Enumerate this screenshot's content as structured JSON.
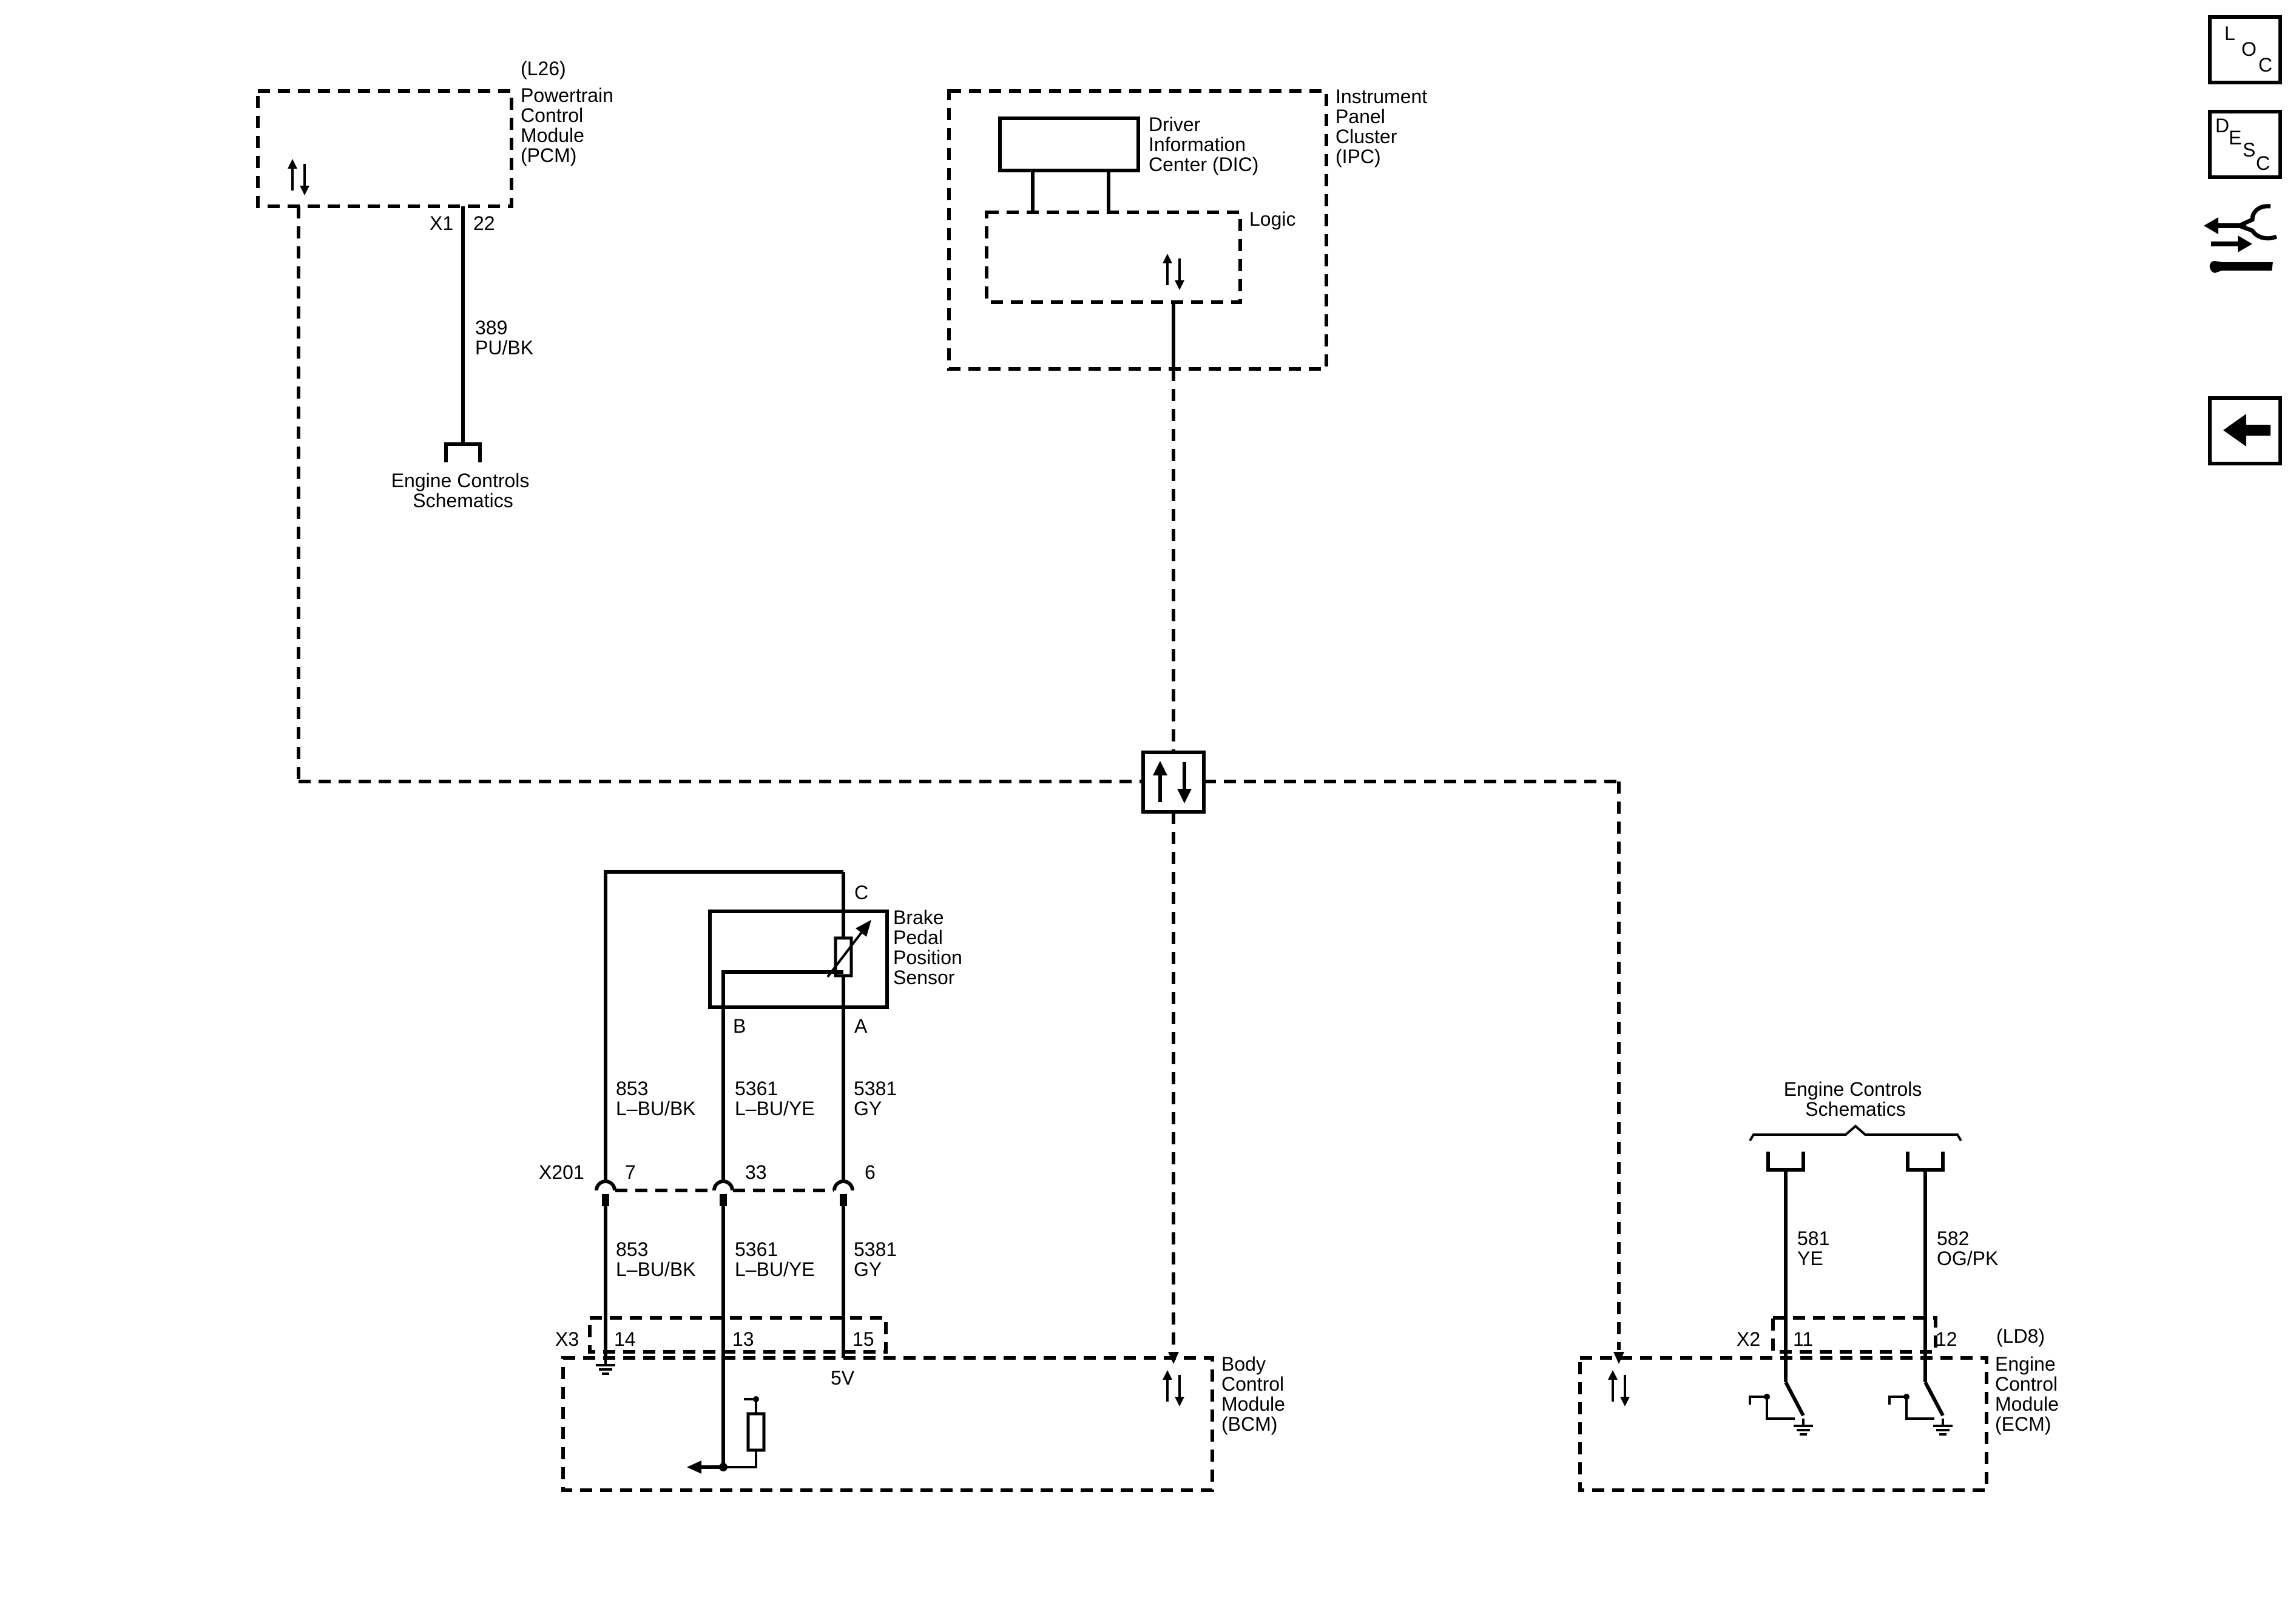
{
  "pcm": {
    "option": "(L26)",
    "name_lines": [
      "Powertrain",
      "Control",
      "Module",
      "(PCM)"
    ],
    "connector": "X1",
    "pin": "22",
    "circuit": "389",
    "color": "PU/BK",
    "destination_lines": [
      "Engine Controls",
      "Schematics"
    ]
  },
  "ipc": {
    "name_lines": [
      "Instrument",
      "Panel",
      "Cluster",
      "(IPC)"
    ],
    "dic_lines": [
      "Driver",
      "Information",
      "Center (DIC)"
    ],
    "logic_label": "Logic"
  },
  "sensor": {
    "name_lines": [
      "Brake",
      "Pedal",
      "Position",
      "Sensor"
    ],
    "pin_c": "C",
    "pin_b": "B",
    "pin_a": "A"
  },
  "upper_wires": [
    {
      "circuit": "853",
      "color": "L–BU/BK"
    },
    {
      "circuit": "5361",
      "color": "L–BU/YE"
    },
    {
      "circuit": "5381",
      "color": "GY"
    }
  ],
  "inline_connector": {
    "name": "X201",
    "pins": [
      "7",
      "33",
      "6"
    ]
  },
  "lower_wires": [
    {
      "circuit": "853",
      "color": "L–BU/BK"
    },
    {
      "circuit": "5361",
      "color": "L–BU/YE"
    },
    {
      "circuit": "5381",
      "color": "GY"
    }
  ],
  "bcm": {
    "connector": "X3",
    "pins": [
      "14",
      "13",
      "15"
    ],
    "voltage_label": "5V",
    "name_lines": [
      "Body",
      "Control",
      "Module",
      "(BCM)"
    ]
  },
  "ecm": {
    "option": "(LD8)",
    "connector": "X2",
    "pins": [
      "11",
      "12"
    ],
    "name_lines": [
      "Engine",
      "Control",
      "Module",
      "(ECM)"
    ],
    "destination_lines": [
      "Engine Controls",
      "Schematics"
    ],
    "wires": [
      {
        "circuit": "581",
        "color": "YE"
      },
      {
        "circuit": "582",
        "color": "OG/PK"
      }
    ]
  },
  "nav": {
    "loc": [
      "L",
      "O",
      "C"
    ],
    "desc": [
      "D",
      "E",
      "S",
      "C"
    ],
    "connector_icon": "connector-wrench-icon",
    "back_icon": "back-arrow-icon"
  }
}
